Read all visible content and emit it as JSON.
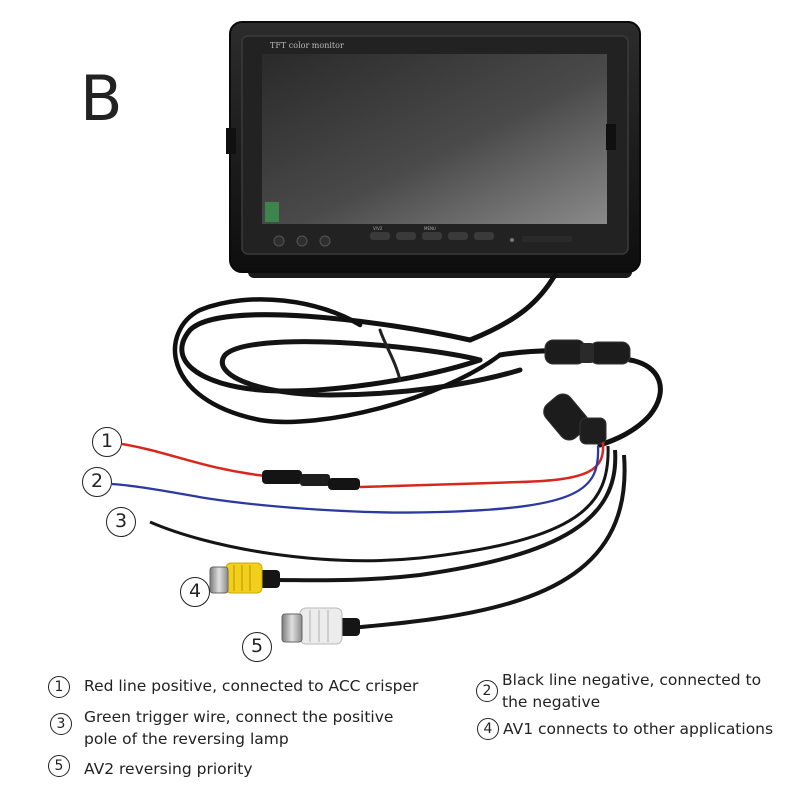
{
  "variant_label": "B",
  "monitor_screen_print": "TFT color monitor",
  "monitor_buttons": [
    "V/V2",
    "MENU"
  ],
  "callouts": [
    "1",
    "2",
    "3",
    "4",
    "5"
  ],
  "legend": [
    {
      "num": "1",
      "line1": "Red line positive, connected to ACC crisper",
      "line2": ""
    },
    {
      "num": "2",
      "line1": "Black line negative, connected to",
      "line2": "the negative"
    },
    {
      "num": "3",
      "line1": "Green trigger wire, connect the positive",
      "line2": "pole of the reversing lamp"
    },
    {
      "num": "4",
      "line1": "AV1 connects to other applications",
      "line2": ""
    },
    {
      "num": "5",
      "line1": "AV2 reversing priority",
      "line2": ""
    }
  ],
  "colors": {
    "red_wire": "#d8281e",
    "blue_wire": "#2a3aa0",
    "black_wire": "#151515",
    "yellow_plug": "#f2cf1a",
    "white_plug": "#ececec",
    "monitor_body": "#1b1b1b"
  }
}
